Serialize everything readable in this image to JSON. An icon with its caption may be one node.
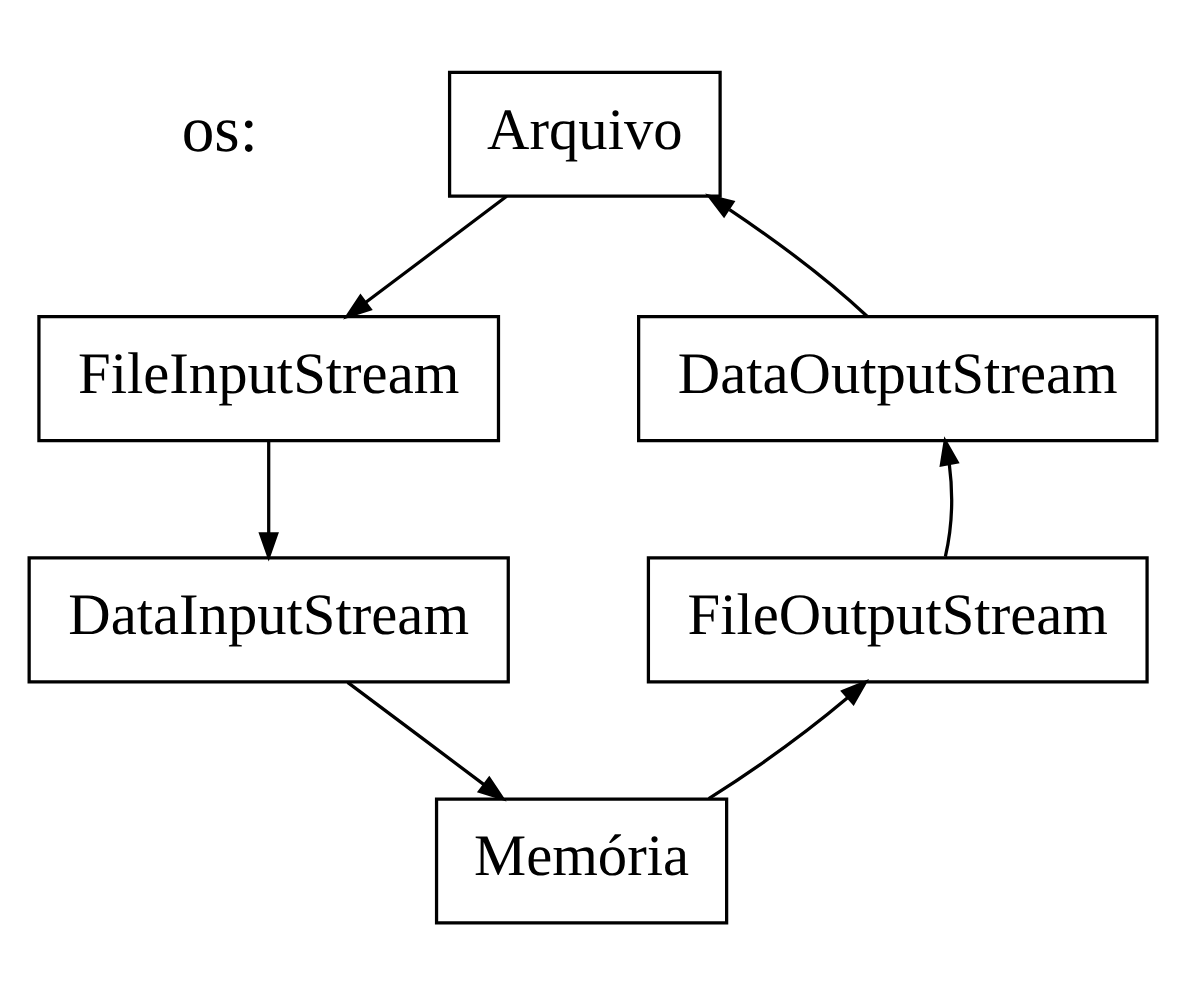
{
  "diagram": {
    "nodes": [
      {
        "text": [
          "Arquivo"
        ]
      },
      {
        "text": [
          "FileInputStream"
        ]
      },
      {
        "text": [
          "DataOutputStream"
        ]
      },
      {
        "text": [
          "DataInputStream"
        ]
      },
      {
        "text": [
          "FileOutputStream"
        ]
      },
      {
        "text": [
          "Memória"
        ]
      }
    ],
    "edges": [
      {
        "from": 0,
        "to": 1,
        "arrow": "to"
      },
      {
        "from": 1,
        "to": 3,
        "arrow": "to"
      },
      {
        "from": 3,
        "to": 5,
        "arrow": "to"
      },
      {
        "from": 5,
        "to": 4,
        "arrow": "to"
      },
      {
        "from": 4,
        "to": 2,
        "arrow": "to"
      },
      {
        "from": 2,
        "to": 0,
        "arrow": "to"
      }
    ],
    "labels": [
      "os:"
    ]
  }
}
